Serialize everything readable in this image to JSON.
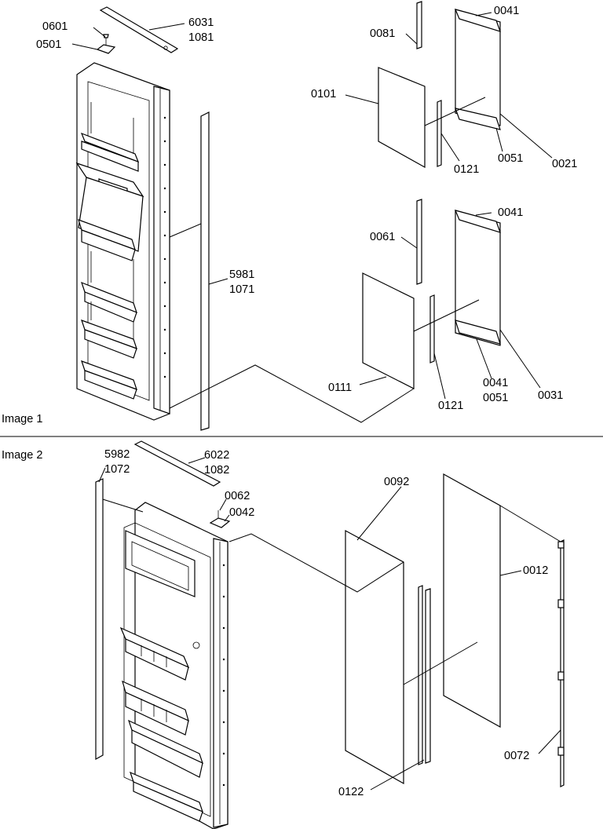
{
  "image_labels": {
    "image1": "Image 1",
    "image2": "Image 2"
  },
  "callouts": {
    "c0601": "0601",
    "c0501": "0501",
    "c6031": "6031",
    "c1081": "1081",
    "c0081": "0081",
    "c0041_top": "0041",
    "c0101": "0101",
    "c0121_top": "0121",
    "c0051_top": "0051",
    "c0021": "0021",
    "c5981": "5981",
    "c1071": "1071",
    "c0061": "0061",
    "c0041_mid": "0041",
    "c0111": "0111",
    "c0121_mid": "0121",
    "c0041_low": "0041",
    "c0051_low": "0051",
    "c0031": "0031",
    "c5982": "5982",
    "c1072": "1072",
    "c6022": "6022",
    "c1082": "1082",
    "c0062": "0062",
    "c0042": "0042",
    "c0092": "0092",
    "c0012": "0012",
    "c0072": "0072",
    "c0122": "0122"
  }
}
